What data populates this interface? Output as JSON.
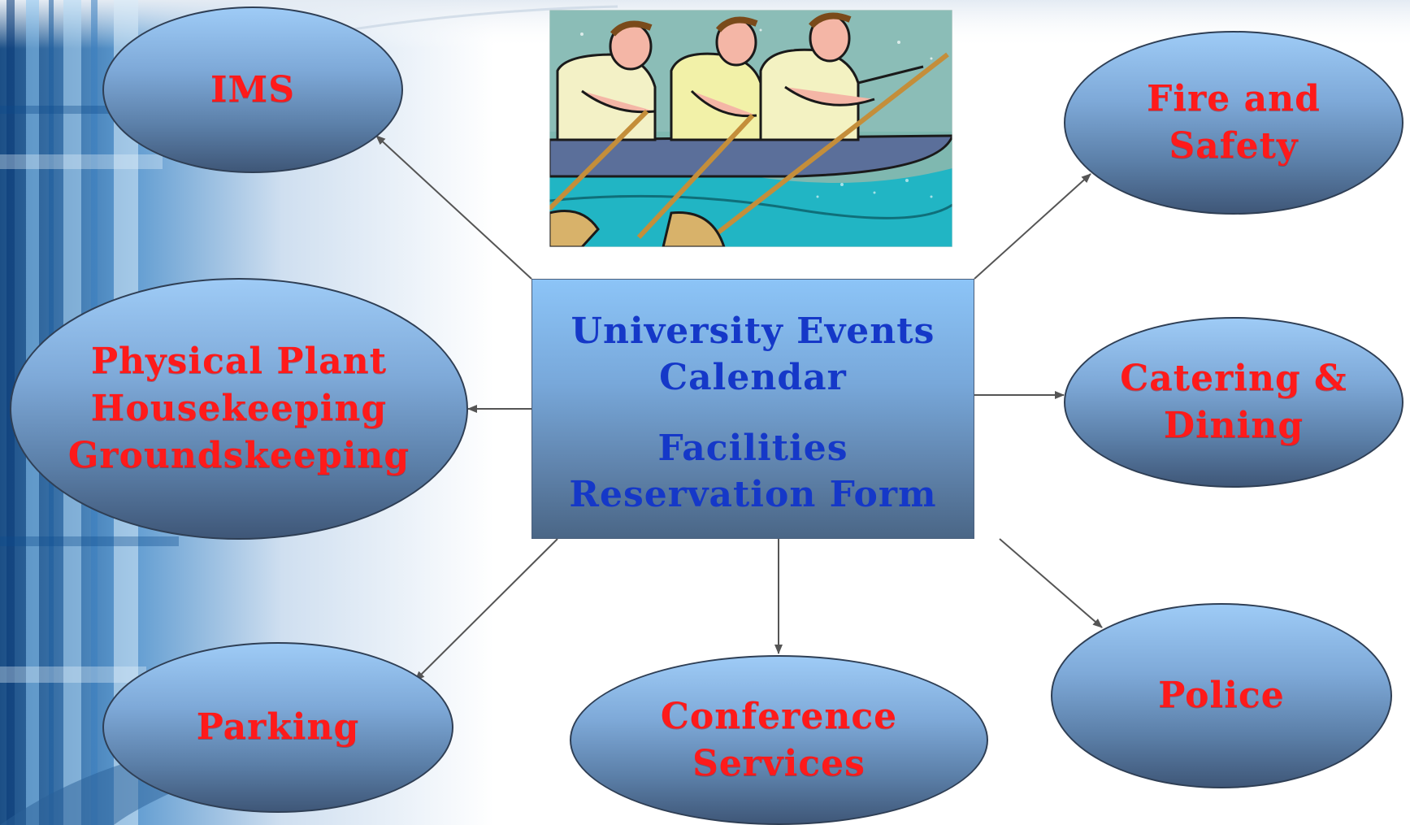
{
  "center": {
    "title": "University Events\nCalendar",
    "subtitle": "Facilities\nReservation Form"
  },
  "nodes": {
    "ims": "IMS",
    "fire_safety": "Fire and\nSafety",
    "physical_plant": "Physical Plant\nHousekeeping\nGroundskeeping",
    "catering": "Catering &\nDining",
    "parking": "Parking",
    "conference": "Conference\nServices",
    "police": "Police"
  },
  "colors": {
    "node_text": "#ff1a1a",
    "center_text": "#1538c8",
    "arrow": "#555555"
  }
}
